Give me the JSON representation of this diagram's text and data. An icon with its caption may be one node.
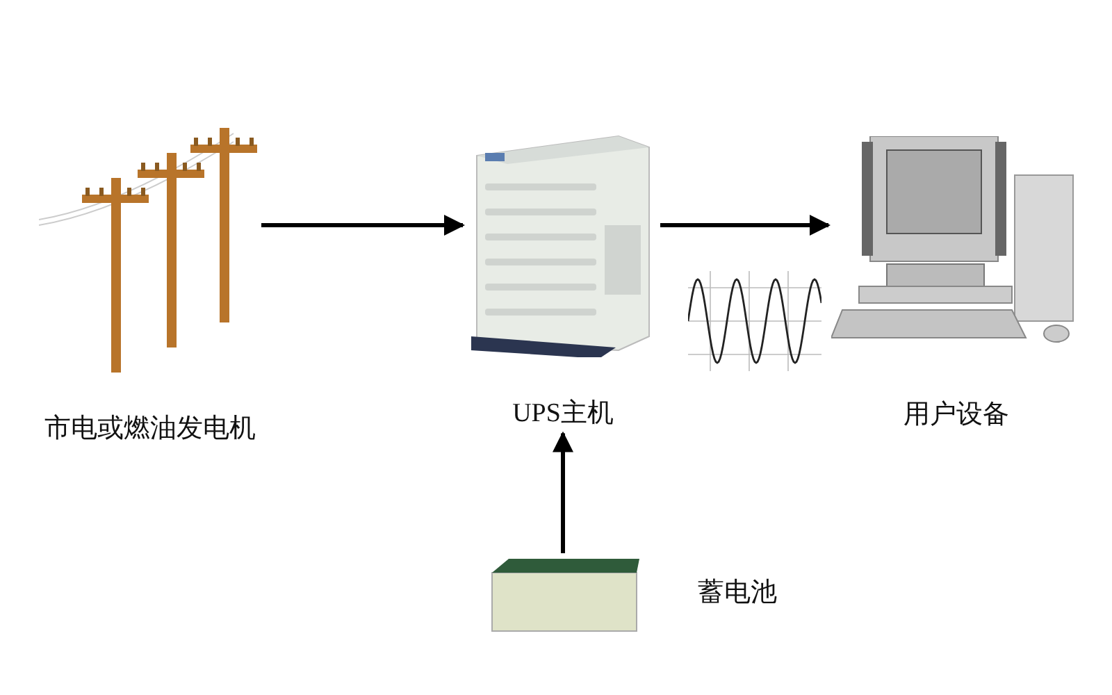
{
  "diagram": {
    "nodes": [
      {
        "text": [
          "市电或燃油发电机"
        ]
      },
      {
        "text": [
          "UPS主机"
        ]
      },
      {
        "text": [
          "用户设备"
        ]
      },
      {
        "text": [
          "蓄电池"
        ]
      }
    ],
    "edges": [
      {
        "from": 0,
        "to": 1,
        "arrow": "to"
      },
      {
        "from": 1,
        "to": 2,
        "arrow": "to"
      },
      {
        "from": 3,
        "to": 1,
        "arrow": "to"
      }
    ]
  }
}
